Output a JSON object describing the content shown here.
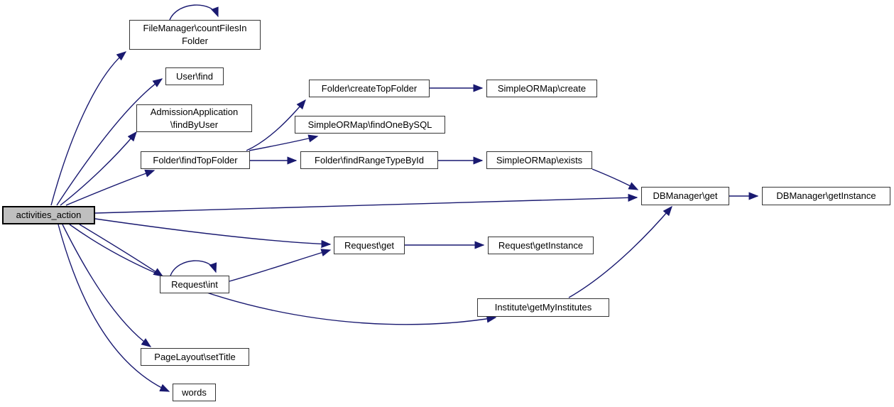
{
  "diagram": {
    "kind": "call-graph",
    "root": "activities_action"
  },
  "colors": {
    "edge": "#191970",
    "node_fill": "#ffffff",
    "node_border": "#353535",
    "root_fill": "#bfbfbf",
    "background": "#ffffff",
    "text": "#000000"
  },
  "nodes": {
    "activities_action": {
      "label": "activities_action"
    },
    "filemanager_countfilesinfolder": {
      "label": "FileManager\\countFilesIn\nFolder"
    },
    "user_find": {
      "label": "User\\find"
    },
    "admissionapplication_findbyuser": {
      "label": "AdmissionApplication\n\\findByUser"
    },
    "folder_findtopfolder": {
      "label": "Folder\\findTopFolder"
    },
    "folder_createtopfolder": {
      "label": "Folder\\createTopFolder"
    },
    "simpleormap_create": {
      "label": "SimpleORMap\\create"
    },
    "simpleormap_findonebysql": {
      "label": "SimpleORMap\\findOneBySQL"
    },
    "folder_findrangetypebyid": {
      "label": "Folder\\findRangeTypeById"
    },
    "simpleormap_exists": {
      "label": "SimpleORMap\\exists"
    },
    "dbmanager_get": {
      "label": "DBManager\\get"
    },
    "dbmanager_getinstance": {
      "label": "DBManager\\getInstance"
    },
    "request_get": {
      "label": "Request\\get"
    },
    "request_getinstance": {
      "label": "Request\\getInstance"
    },
    "request_int": {
      "label": "Request\\int"
    },
    "institute_getmyinstitutes": {
      "label": "Institute\\getMyInstitutes"
    },
    "pagelayout_settitle": {
      "label": "PageLayout\\setTitle"
    },
    "words": {
      "label": "words"
    }
  },
  "edges": [
    {
      "from": "activities_action",
      "to": "filemanager_countfilesinfolder"
    },
    {
      "from": "activities_action",
      "to": "user_find"
    },
    {
      "from": "activities_action",
      "to": "admissionapplication_findbyuser"
    },
    {
      "from": "activities_action",
      "to": "folder_findtopfolder"
    },
    {
      "from": "activities_action",
      "to": "dbmanager_get"
    },
    {
      "from": "activities_action",
      "to": "request_get"
    },
    {
      "from": "activities_action",
      "to": "request_int"
    },
    {
      "from": "activities_action",
      "to": "institute_getmyinstitutes"
    },
    {
      "from": "activities_action",
      "to": "pagelayout_settitle"
    },
    {
      "from": "activities_action",
      "to": "words"
    },
    {
      "from": "filemanager_countfilesinfolder",
      "to": "filemanager_countfilesinfolder"
    },
    {
      "from": "request_int",
      "to": "request_int"
    },
    {
      "from": "request_int",
      "to": "request_get"
    },
    {
      "from": "folder_findtopfolder",
      "to": "folder_createtopfolder"
    },
    {
      "from": "folder_findtopfolder",
      "to": "simpleormap_findonebysql"
    },
    {
      "from": "folder_findtopfolder",
      "to": "folder_findrangetypebyid"
    },
    {
      "from": "folder_createtopfolder",
      "to": "simpleormap_create"
    },
    {
      "from": "folder_findrangetypebyid",
      "to": "simpleormap_exists"
    },
    {
      "from": "simpleormap_exists",
      "to": "dbmanager_get"
    },
    {
      "from": "institute_getmyinstitutes",
      "to": "dbmanager_get"
    },
    {
      "from": "dbmanager_get",
      "to": "dbmanager_getinstance"
    },
    {
      "from": "request_get",
      "to": "request_getinstance"
    }
  ]
}
